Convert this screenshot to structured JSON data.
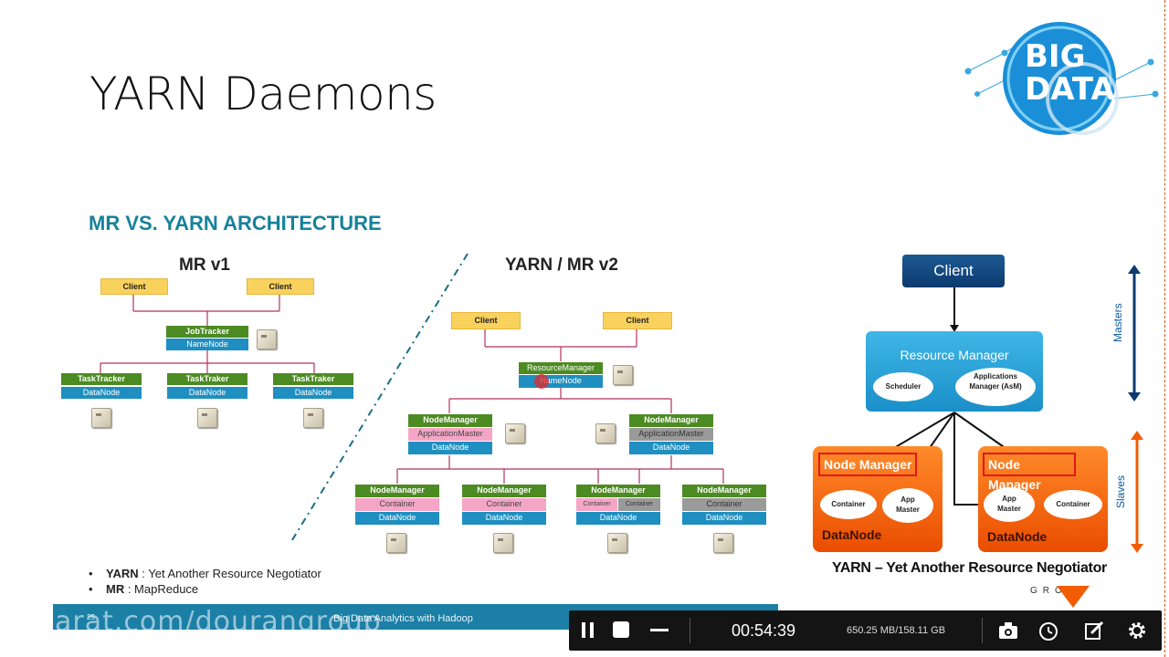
{
  "slide": {
    "title": "YARN Daemons",
    "subtitle": "MR VS. YARN ARCHITECTURE",
    "mr_heading": "MR v1",
    "yarn_heading": "YARN / MR v2",
    "logo_text": "BIG DATA",
    "logo_sub": "GROUP"
  },
  "mr": {
    "client": "Client",
    "jobtracker": "JobTracker",
    "namenode": "NameNode",
    "tt1": "TaskTracker",
    "tt2": "TaskTraker",
    "tt3": "TaskTraker",
    "datanode": "DataNode"
  },
  "yarnmr": {
    "client": "Client",
    "rm": "ResourceManager",
    "namenode": "NameNode",
    "nm": "NodeManager",
    "am": "ApplicationMaster",
    "datanode": "DataNode",
    "container": "Container"
  },
  "yarn": {
    "client": "Client",
    "rm": "Resource Manager",
    "scheduler": "Scheduler",
    "asm": "Applications Manager (AsM)",
    "node_manager": "Node Manager",
    "container": "Container",
    "app_master": "App Master",
    "datanode": "DataNode",
    "masters": "Masters",
    "slaves": "Slaves",
    "caption": "YARN – Yet Another Resource Negotiator"
  },
  "bullets": [
    {
      "term": "YARN",
      "desc": " : Yet Another Resource Negotiator"
    },
    {
      "term": "MR",
      "desc": " : MapReduce"
    }
  ],
  "footer": {
    "page": "25",
    "text": "Big Data Analytics with Hadoop",
    "watermark": "arat.com/dourangroup"
  },
  "recorder": {
    "time": "00:54:39",
    "storage": "650.25 MB/158.11 GB"
  },
  "colors": {
    "accent_teal": "#17829b",
    "green": "#4c8b22",
    "blue": "#1e8fc0",
    "orange": "#f25c05",
    "navy": "#0c3a6e"
  }
}
